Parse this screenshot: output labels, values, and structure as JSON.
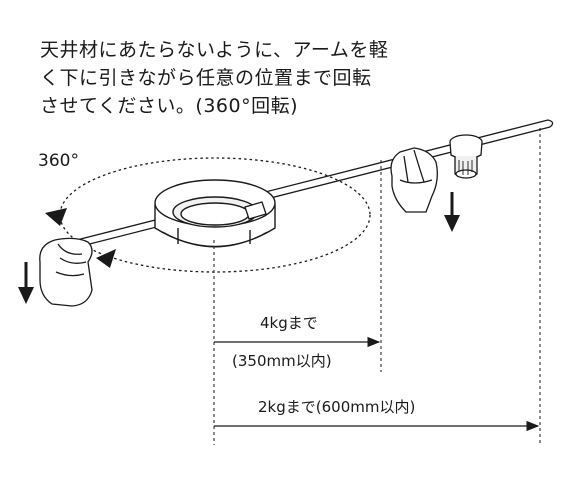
{
  "instructions": {
    "line1": "天井材にあたらないように、アームを軽",
    "line2": "く下に引きながら任意の位置まで回転",
    "line3": "させてください。(360°回転)"
  },
  "rotation_label": "360°",
  "dimension_short": {
    "weight_label": "4kgまで",
    "length_label": "(350mm以内)"
  },
  "dimension_long": {
    "label": "2kgまで(600mm以内)"
  }
}
